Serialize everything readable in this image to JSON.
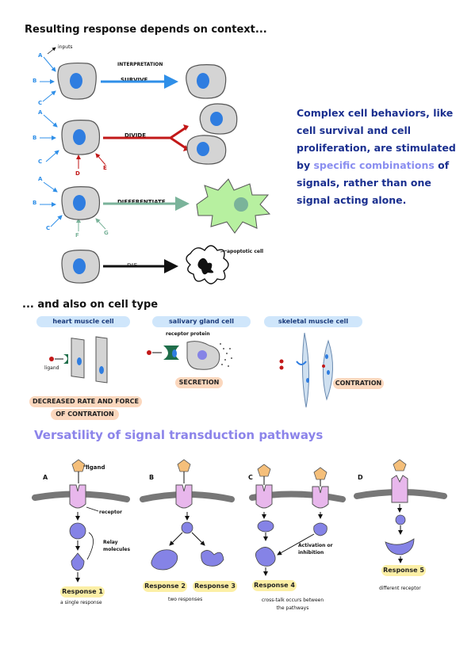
{
  "heading_context": "Resulting response depends on context...",
  "heading_celltype": "... and also on cell type",
  "heading_versatility": "Versatility of signal transduction pathways",
  "labels": {
    "inputs": "inputs",
    "interpretation": "INTERPRETATION",
    "A": "A",
    "B": "B",
    "C": "C",
    "D": "D",
    "E": "E",
    "F": "F",
    "G": "G"
  },
  "responses": {
    "survive": "SURVIVE",
    "divide": "DIVIDE",
    "differentiate": "DIFFERENTIATE",
    "die": "DIE",
    "apoptotic": "apoptotic cell"
  },
  "note": {
    "part1": "Complex cell behaviors, like cell survival and cell proliferation, are stimulated by ",
    "highlight": "specific combinations",
    "part2": " of signals, rather than one signal acting alone."
  },
  "cell_types": {
    "heart": "heart muscle cell",
    "salivary": "salivary gland cell",
    "skeletal": "skeletal muscle cell",
    "ligand": "ligand",
    "receptor_protein": "receptor protein",
    "heart_effect_1": "DECREASED RATE AND FORCE",
    "heart_effect_2": "OF CONTRATION",
    "secretion": "SECRETION",
    "contraction": "CONTRATION"
  },
  "pathways": {
    "A": "A",
    "B": "B",
    "C": "C",
    "D": "D",
    "ligand": "ligand",
    "receptor": "receptor",
    "relay": "Relay molecules",
    "response1": "Response 1",
    "response2": "Response 2",
    "response3": "Response 3",
    "response4": "Response 4",
    "response5": "Response 5",
    "single": "a single response",
    "two": "two responses",
    "crosstalk": "cross-talk occurs between the pathways",
    "activation": "Activation or inhibition",
    "different": "different receptor"
  },
  "colors": {
    "nucleus": "#2f7de0",
    "cell": "#d4d4d4",
    "survive_arrow": "#2f8fe8",
    "divide_arrow": "#c21818",
    "diff_arrow": "#7ab39a",
    "diff_cell": "#b7f0a0",
    "receptor": "#e8b7ec",
    "relay": "#8583e6",
    "ligand": "#f5bf7a",
    "membrane": "#777777"
  }
}
